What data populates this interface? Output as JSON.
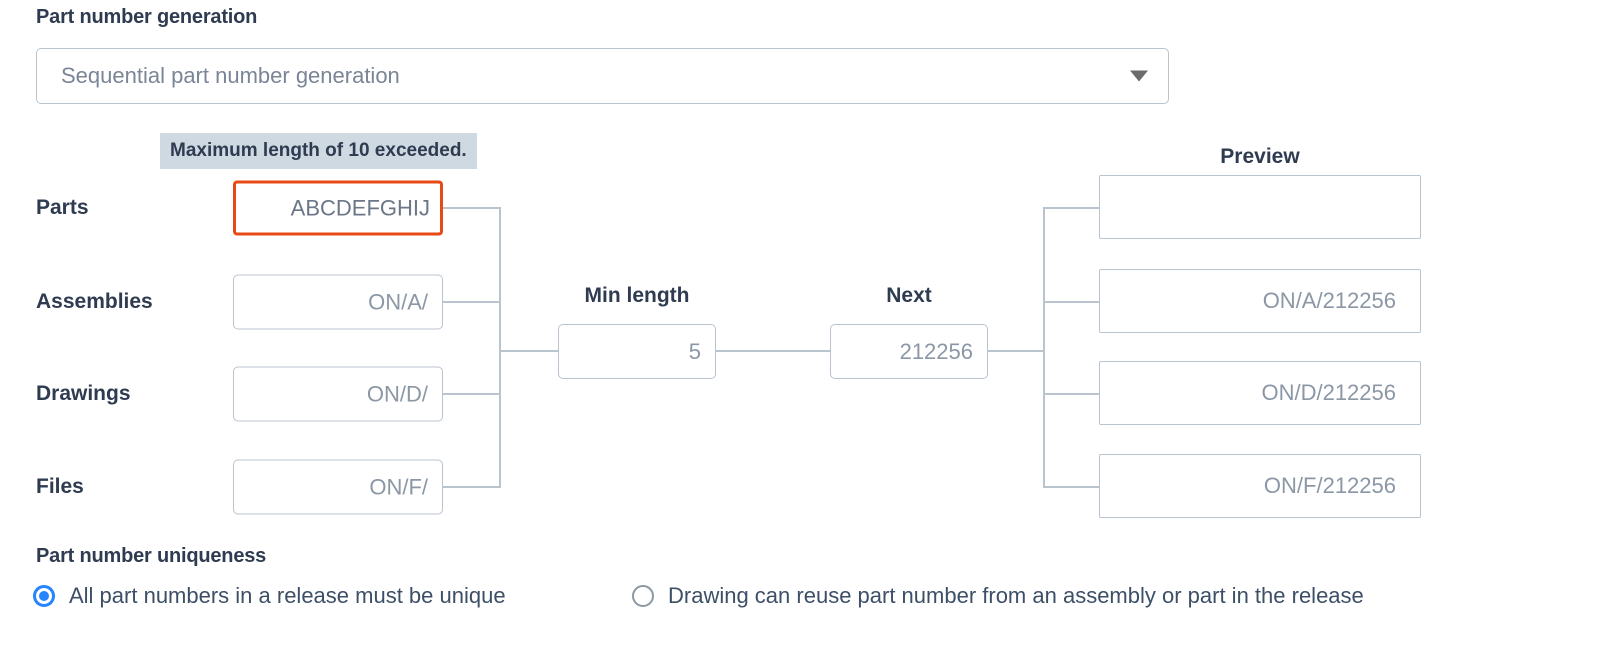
{
  "generation": {
    "section_label": "Part number generation",
    "select": {
      "value": "Sequential part number generation",
      "arrow_icon": "chevron-down-icon"
    }
  },
  "validation": {
    "message": "Maximum length of 10 exceeded."
  },
  "rows": [
    {
      "label": "Parts",
      "prefix": "ABCDEFGHIJ",
      "preview": "",
      "invalid": true
    },
    {
      "label": "Assemblies",
      "prefix": "ON/A/",
      "preview": "ON/A/212256",
      "invalid": false
    },
    {
      "label": "Drawings",
      "prefix": "ON/D/",
      "preview": "ON/D/212256",
      "invalid": false
    },
    {
      "label": "Files",
      "prefix": "ON/F/",
      "preview": "ON/F/212256",
      "invalid": false
    }
  ],
  "center": {
    "min_length_label": "Min length",
    "min_length_value": "5",
    "next_label": "Next",
    "next_value": "212256"
  },
  "preview": {
    "header": "Preview"
  },
  "uniqueness": {
    "section_label": "Part number uniqueness",
    "options": [
      {
        "label": "All part numbers in a release must be unique",
        "selected": true
      },
      {
        "label": "Drawing can reuse part number from an assembly or part in the release",
        "selected": false
      }
    ]
  },
  "colors": {
    "error_border": "#e84a15",
    "validation_bg": "#cfd9e2",
    "field_border": "#b9c4cf",
    "radio_accent": "#2684ff",
    "text": "#2f3b50",
    "muted_text": "#8c97a6"
  }
}
